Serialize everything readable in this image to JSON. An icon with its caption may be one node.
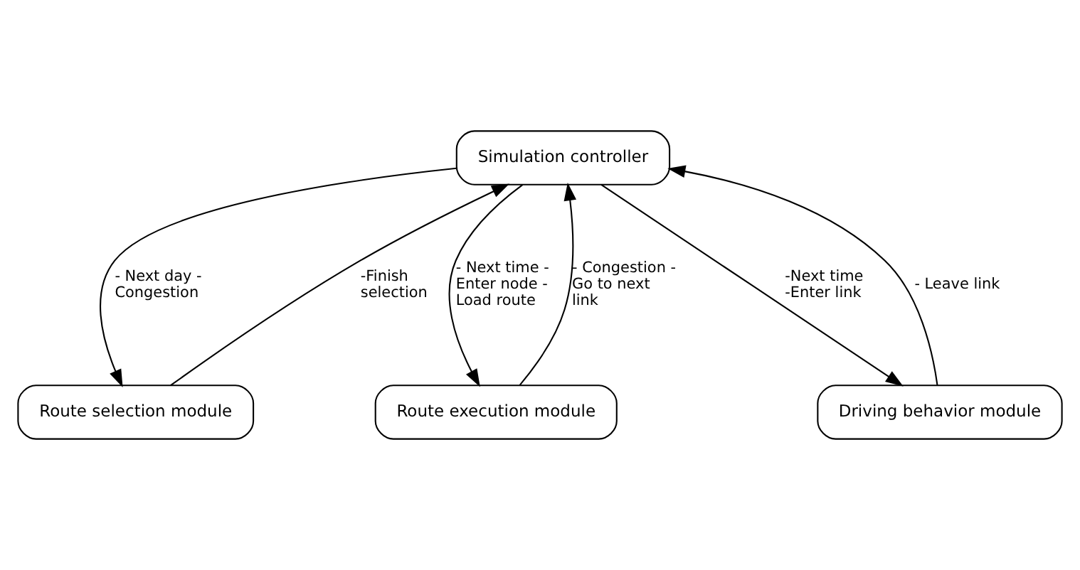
{
  "diagram": {
    "nodes": [
      {
        "text": [
          "Simulation controller"
        ]
      },
      {
        "text": [
          "Route selection module"
        ]
      },
      {
        "text": [
          "Route execution module"
        ]
      },
      {
        "text": [
          "Driving behavior module"
        ]
      }
    ],
    "edges": [
      {
        "from": 0,
        "to": 1,
        "arrow": "to",
        "label": "- Next day - Congestion"
      },
      {
        "from": 1,
        "to": 0,
        "arrow": "to",
        "label": "-Finish selection"
      },
      {
        "from": 0,
        "to": 2,
        "arrow": "to",
        "label": "- Next time - Enter node - Load route"
      },
      {
        "from": 2,
        "to": 0,
        "arrow": "to",
        "label": "- Congestion - Go to next link"
      },
      {
        "from": 0,
        "to": 3,
        "arrow": "to",
        "label": "-Next time -Enter link"
      },
      {
        "from": 3,
        "to": 0,
        "arrow": "to",
        "label": "- Leave link"
      }
    ]
  }
}
